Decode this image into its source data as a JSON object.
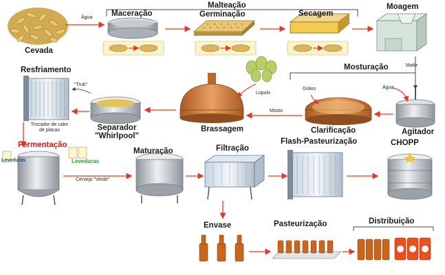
{
  "stages": {
    "cevada": "Cevada",
    "maceracao": "Maceração",
    "malteacao": "Malteação",
    "germinacao": "Germinação",
    "secagem": "Secagem",
    "moagem": "Moagem",
    "mosturacao": "Mosturação",
    "agitador": "Agitador",
    "clarificacao": "Clarificação",
    "brassagem": "Brassagem",
    "separador_line1": "Separador",
    "separador_line2": "\"Whirlpool\"",
    "resfriamento": "Resfriamento",
    "fermentacao": "Fermentação",
    "maturacao": "Maturação",
    "filtracao": "Filtração",
    "flash_pasteurizacao": "Flash-Pasteurização",
    "chopp": "CHOPP",
    "envase": "Envase",
    "pasteurizacao": "Pasteurização",
    "distribuicao": "Distribuição"
  },
  "small_labels": {
    "agua_1": "Água",
    "agua_2": "Água",
    "malte": "Malte",
    "graos": "Grãos",
    "lupulo": "Lúpulo",
    "mosto": "Mosto",
    "trub": "\"Trub\"",
    "trocador_line1": "Trocador de calor",
    "trocador_line2": "de placas",
    "leveduras_left": "Leveduras",
    "leveduras_green": "Leveduras",
    "cerveja_verde": "Cerveja \"Verde\""
  },
  "colors": {
    "arrow": "#e23a2a",
    "line": "#444444",
    "copper": "#c87a3a",
    "steel": "#b8bec4",
    "grain": "#d9b560",
    "bottle": "#c8661e"
  }
}
